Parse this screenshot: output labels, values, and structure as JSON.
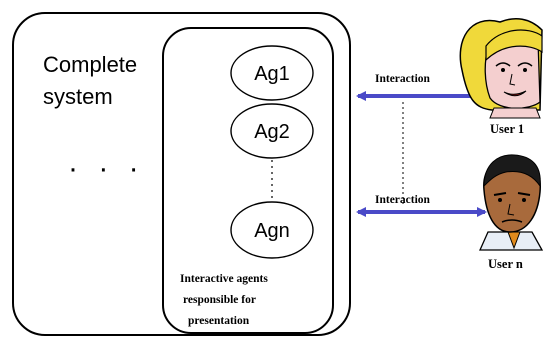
{
  "system": {
    "label_line1": "Complete",
    "label_line2": "system",
    "ellipsis": "· · ·"
  },
  "agents": {
    "items": [
      "Ag1",
      "Ag2",
      "Agn"
    ],
    "caption_line1": "Interactive agents",
    "caption_line2": "responsible for",
    "caption_line3": "presentation"
  },
  "interactions": {
    "top_label": "Interaction",
    "bottom_label": "Interaction",
    "arrow_color": "#4a4ac8"
  },
  "users": {
    "user1": "User 1",
    "usern": "User n"
  }
}
